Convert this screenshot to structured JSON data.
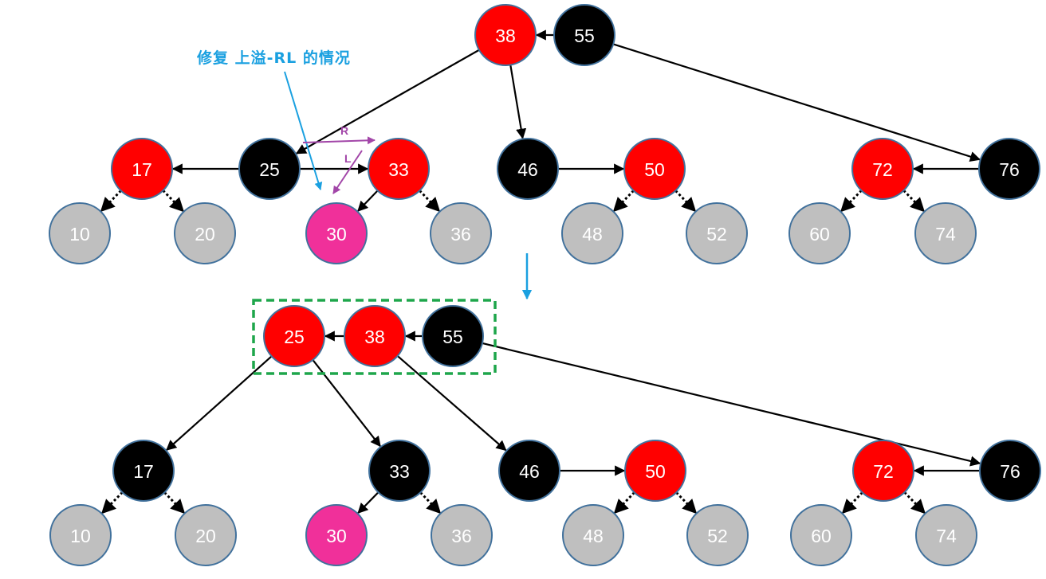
{
  "colors": {
    "red": "#ff0000",
    "black": "#000000",
    "gray": "#bfbfbf",
    "new": "#f0309a",
    "stroke": "#41719c",
    "caption": "#1aa0e0",
    "rotation": "#a246a8",
    "highlight": "#1ea64b"
  },
  "caption": "修复 上溢-RL 的情况",
  "rotation_labels": {
    "right": "R",
    "left": "L"
  },
  "before": {
    "nodes": [
      {
        "id": "b38",
        "value": "38",
        "color": "red"
      },
      {
        "id": "b55",
        "value": "55",
        "color": "black"
      },
      {
        "id": "b17",
        "value": "17",
        "color": "red"
      },
      {
        "id": "b25",
        "value": "25",
        "color": "black"
      },
      {
        "id": "b33",
        "value": "33",
        "color": "red"
      },
      {
        "id": "b46",
        "value": "46",
        "color": "black"
      },
      {
        "id": "b50",
        "value": "50",
        "color": "red"
      },
      {
        "id": "b72",
        "value": "72",
        "color": "red"
      },
      {
        "id": "b76",
        "value": "76",
        "color": "black"
      },
      {
        "id": "b10",
        "value": "10",
        "color": "gray"
      },
      {
        "id": "b20",
        "value": "20",
        "color": "gray"
      },
      {
        "id": "b30",
        "value": "30",
        "color": "new"
      },
      {
        "id": "b36",
        "value": "36",
        "color": "gray"
      },
      {
        "id": "b48",
        "value": "48",
        "color": "gray"
      },
      {
        "id": "b52",
        "value": "52",
        "color": "gray"
      },
      {
        "id": "b60",
        "value": "60",
        "color": "gray"
      },
      {
        "id": "b74",
        "value": "74",
        "color": "gray"
      }
    ]
  },
  "after": {
    "nodes": [
      {
        "id": "a25",
        "value": "25",
        "color": "red"
      },
      {
        "id": "a38",
        "value": "38",
        "color": "red"
      },
      {
        "id": "a55",
        "value": "55",
        "color": "black"
      },
      {
        "id": "a17",
        "value": "17",
        "color": "black"
      },
      {
        "id": "a33",
        "value": "33",
        "color": "black"
      },
      {
        "id": "a46",
        "value": "46",
        "color": "black"
      },
      {
        "id": "a50",
        "value": "50",
        "color": "red"
      },
      {
        "id": "a72",
        "value": "72",
        "color": "red"
      },
      {
        "id": "a76",
        "value": "76",
        "color": "black"
      },
      {
        "id": "a10",
        "value": "10",
        "color": "gray"
      },
      {
        "id": "a20",
        "value": "20",
        "color": "gray"
      },
      {
        "id": "a30",
        "value": "30",
        "color": "new"
      },
      {
        "id": "a36",
        "value": "36",
        "color": "gray"
      },
      {
        "id": "a48",
        "value": "48",
        "color": "gray"
      },
      {
        "id": "a52",
        "value": "52",
        "color": "gray"
      },
      {
        "id": "a60",
        "value": "60",
        "color": "gray"
      },
      {
        "id": "a74",
        "value": "74",
        "color": "gray"
      }
    ]
  },
  "edges": [
    {
      "from": "b55",
      "to": "b38",
      "style": "solid"
    },
    {
      "from": "b38",
      "to": "b25",
      "style": "solid"
    },
    {
      "from": "b38",
      "to": "b46",
      "style": "solid"
    },
    {
      "from": "b55",
      "to": "b76",
      "style": "solid"
    },
    {
      "from": "b25",
      "to": "b17",
      "style": "solid"
    },
    {
      "from": "b25",
      "to": "b33",
      "style": "solid"
    },
    {
      "from": "b46",
      "to": "b50",
      "style": "solid"
    },
    {
      "from": "b76",
      "to": "b72",
      "style": "solid"
    },
    {
      "from": "b17",
      "to": "b10",
      "style": "dotted"
    },
    {
      "from": "b17",
      "to": "b20",
      "style": "dotted"
    },
    {
      "from": "b33",
      "to": "b30",
      "style": "solid"
    },
    {
      "from": "b33",
      "to": "b36",
      "style": "dotted"
    },
    {
      "from": "b50",
      "to": "b48",
      "style": "dotted"
    },
    {
      "from": "b50",
      "to": "b52",
      "style": "dotted"
    },
    {
      "from": "b72",
      "to": "b60",
      "style": "dotted"
    },
    {
      "from": "b72",
      "to": "b74",
      "style": "dotted"
    },
    {
      "from": "a38",
      "to": "a25",
      "style": "solid"
    },
    {
      "from": "a55",
      "to": "a38",
      "style": "solid"
    },
    {
      "from": "a25",
      "to": "a17",
      "style": "solid"
    },
    {
      "from": "a25",
      "to": "a33",
      "style": "solid"
    },
    {
      "from": "a38",
      "to": "a46",
      "style": "solid"
    },
    {
      "from": "a55",
      "to": "a76",
      "style": "solid"
    },
    {
      "from": "a46",
      "to": "a50",
      "style": "solid"
    },
    {
      "from": "a76",
      "to": "a72",
      "style": "solid"
    },
    {
      "from": "a17",
      "to": "a10",
      "style": "dotted"
    },
    {
      "from": "a17",
      "to": "a20",
      "style": "dotted"
    },
    {
      "from": "a33",
      "to": "a30",
      "style": "solid"
    },
    {
      "from": "a33",
      "to": "a36",
      "style": "dotted"
    },
    {
      "from": "a50",
      "to": "a48",
      "style": "dotted"
    },
    {
      "from": "a50",
      "to": "a52",
      "style": "dotted"
    },
    {
      "from": "a72",
      "to": "a60",
      "style": "dotted"
    },
    {
      "from": "a72",
      "to": "a74",
      "style": "dotted"
    }
  ]
}
